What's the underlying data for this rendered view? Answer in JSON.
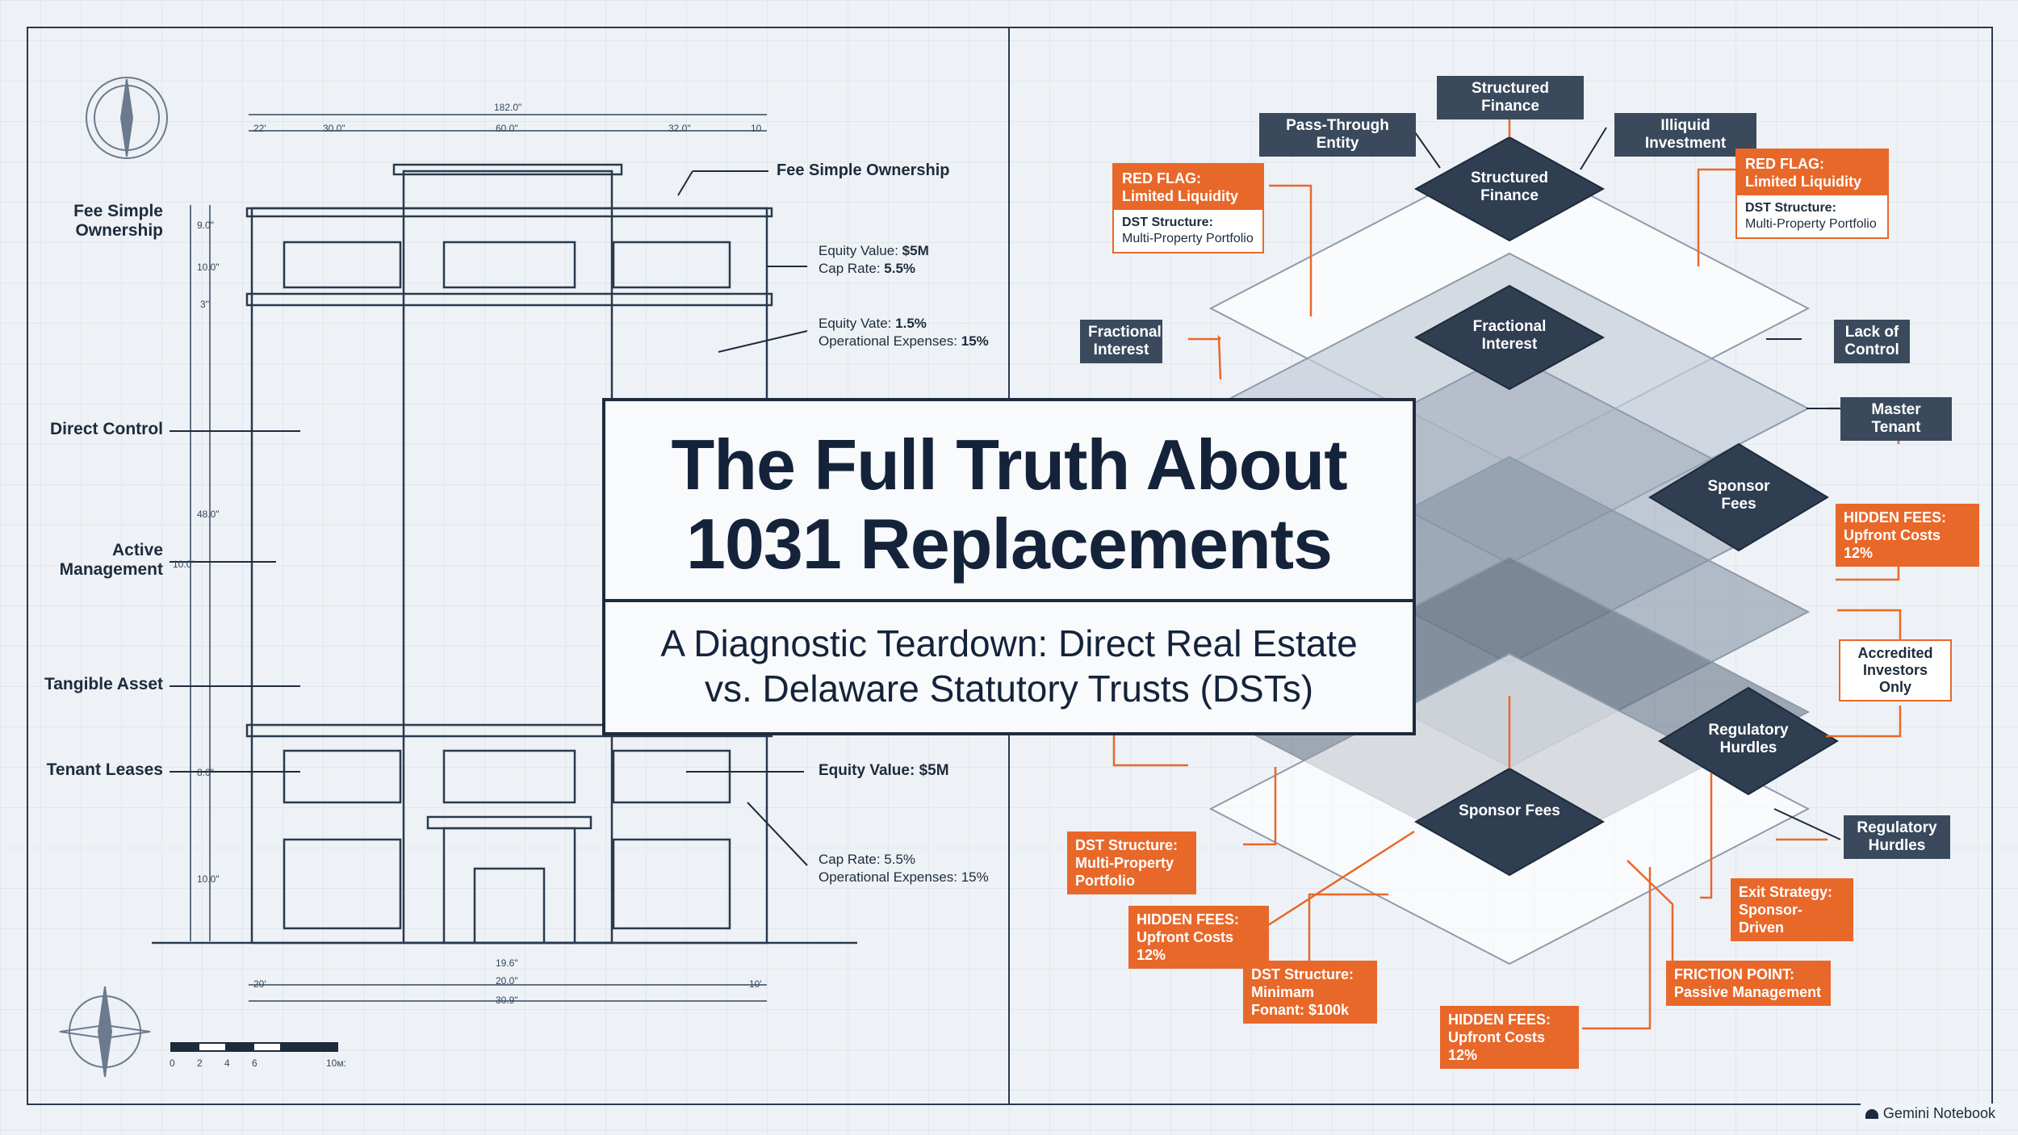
{
  "title": {
    "line1": "The Full Truth About",
    "line2": "1031 Replacements"
  },
  "subtitle": {
    "line1": "A Diagnostic Teardown: Direct Real Estate",
    "line2": "vs. Delaware Statutory Trusts (DSTs)"
  },
  "left_labels": {
    "fee_simple": "Fee Simple Ownership",
    "direct_control": "Direct Control",
    "active_management": "Active Management",
    "tangible_asset": "Tangible Asset",
    "tenant_leases": "Tenant Leases"
  },
  "building_notes": {
    "fee_simple_top": "Fee Simple Ownership",
    "equity_value_1_label": "Equity Value:",
    "equity_value_1": "$5M",
    "cap_rate_1_label": "Cap Rate:",
    "cap_rate_1": "5.5%",
    "equity_vate_label": "Equity Vate:",
    "equity_vate": "1.5%",
    "opex_1_label": "Operational Expenses:",
    "opex_1": "15%",
    "equity_value_2": "Equity Value: $5M",
    "cap_rate_2": "Cap Rate: 5.5%",
    "opex_2": "Operational Expenses: 15%"
  },
  "dimensions": {
    "overall_width": "182.0\"",
    "seg_left": "30.0\"",
    "seg_mid": "60.0\"",
    "seg_right": "32.0\"",
    "seg_a": "22'",
    "seg_b": "10",
    "bottom_a": "19.6\"",
    "bottom_b": "20.0\"",
    "bottom_c": "30.9\"",
    "bottom_d": "20'",
    "bottom_e": "10'",
    "height_1": "9.0\"",
    "height_2": "10.0\"",
    "height_3": "3\"",
    "height_4": "48.0\"",
    "height_5": "10.0\"",
    "height_6": "8.0\"",
    "height_7": "10.0\"",
    "scale_ticks": [
      "0",
      "2",
      "4",
      "6",
      "10м:"
    ]
  },
  "dst_labels": {
    "structured_finance_top": "Structured Finance",
    "pass_through": "Pass-Through Entity",
    "illiquid": "Illiquid Investment",
    "fractional_interest_left": "Fractional Interest",
    "lack_of_control": "Lack of Control",
    "master_tenant": "Master Tenant",
    "accredited": "Accredited Investors Only",
    "regulatory_right": "Regulatory Hurdles"
  },
  "diamond_labels": {
    "top": "Structured Finance",
    "mid": "Fractional Interest",
    "right": "Sponsor Fees",
    "lower_right": "Regulatory Hurdles",
    "bottom": "Sponsor Fees"
  },
  "flags": {
    "left_head": "RED FLAG: Limited Liquidity",
    "left_body_bold": "DST Structure:",
    "left_body": "Multi-Property Portfolio",
    "right_head": "RED FLAG: Limited Liquidity",
    "right_body_bold": "DST Structure:",
    "right_body": "Multi-Property Portfolio"
  },
  "orange_callouts": {
    "hidden_fees_right": "HIDDEN FEES: Upfront Costs 12%",
    "dst_multi": "DST Structure: Multi-Property Portfolio",
    "hidden_fees_left": "HIDDEN FEES: Upfront Costs 12%",
    "dst_minimum": "DST Structure: Minimam Fonant: $100k",
    "hidden_fees_bottom": "HIDDEN FEES: Upfront Costs 12%",
    "friction": "FRICTION POINT: Passive Management",
    "exit": "Exit Strategy: Sponsor-Driven"
  },
  "brand": "Gemini Notebook",
  "colors": {
    "navy": "#1d2b3c",
    "slate": "#3a4a5c",
    "orange": "#e8682a",
    "paper": "#eef2f6"
  }
}
